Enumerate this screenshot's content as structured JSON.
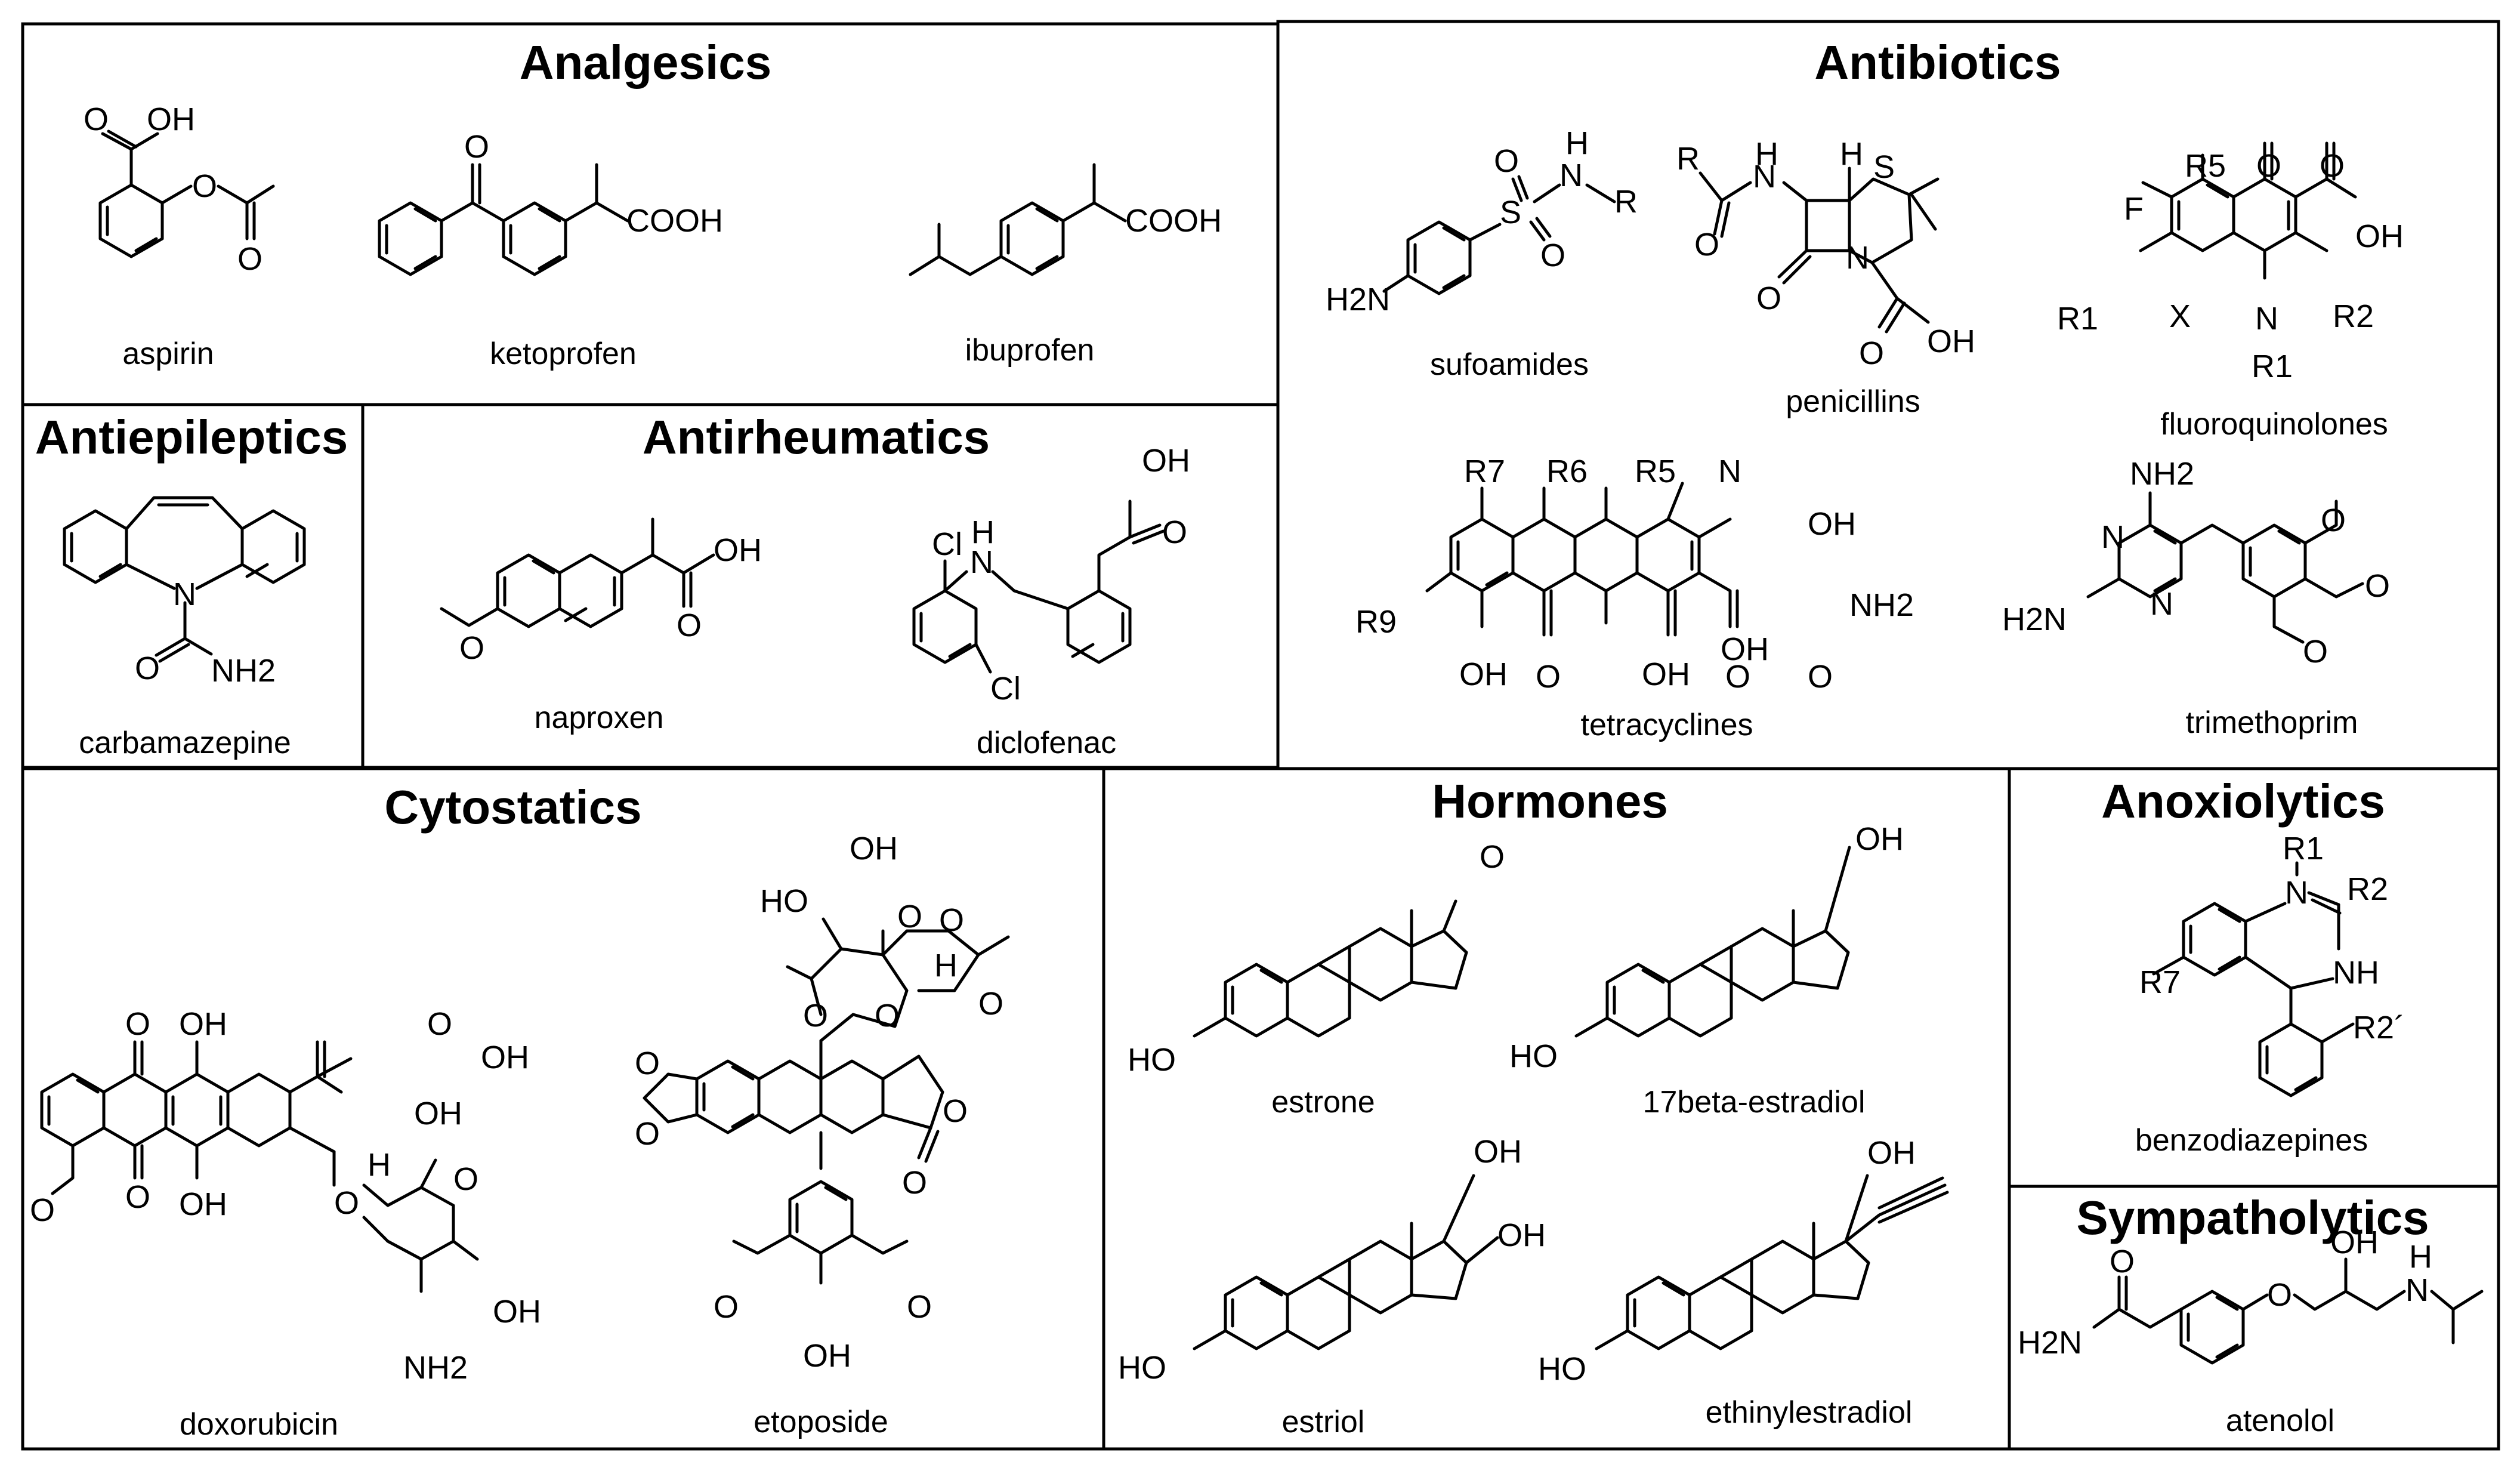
{
  "categories": [
    {
      "key": "analgesics",
      "title": "Analgesics",
      "compounds": [
        "aspirin",
        "ketoprofen",
        "ibuprofen"
      ]
    },
    {
      "key": "antibiotics",
      "title": "Antibiotics",
      "compounds": [
        "sufoamides",
        "penicillins",
        "fluoroquinolones",
        "tetracyclines",
        "trimethoprim"
      ]
    },
    {
      "key": "antiepileptics",
      "title": "Antiepileptics",
      "compounds": [
        "carbamazepine"
      ]
    },
    {
      "key": "antirheumatics",
      "title": "Antirheumatics",
      "compounds": [
        "naproxen",
        "diclofenac"
      ]
    },
    {
      "key": "cytostatics",
      "title": "Cytostatics",
      "compounds": [
        "doxorubicin",
        "etoposide"
      ]
    },
    {
      "key": "hormones",
      "title": "Hormones",
      "compounds": [
        "estrone",
        "17beta-estradiol",
        "estriol",
        "ethinylestradiol"
      ]
    },
    {
      "key": "anxiolytics",
      "title": "Anoxiolytics",
      "compounds": [
        "benzodiazepines"
      ]
    },
    {
      "key": "sympatholytics",
      "title": "Sympatholytics",
      "compounds": [
        "atenolol"
      ]
    }
  ],
  "atom_labels": {
    "oh": "OH",
    "o": "O",
    "cooh": "COOH",
    "nh": "NH",
    "h": "H",
    "n": "N",
    "s": "S",
    "nh2": "NH2",
    "h2n": "H2N",
    "r": "R",
    "f": "F",
    "x": "X",
    "cl": "Cl",
    "ho": "HO",
    "r1": "R1",
    "r2": "R2",
    "r5": "R5",
    "r6": "R6",
    "r7": "R7",
    "r9": "R9",
    "r2p": "R2´"
  }
}
